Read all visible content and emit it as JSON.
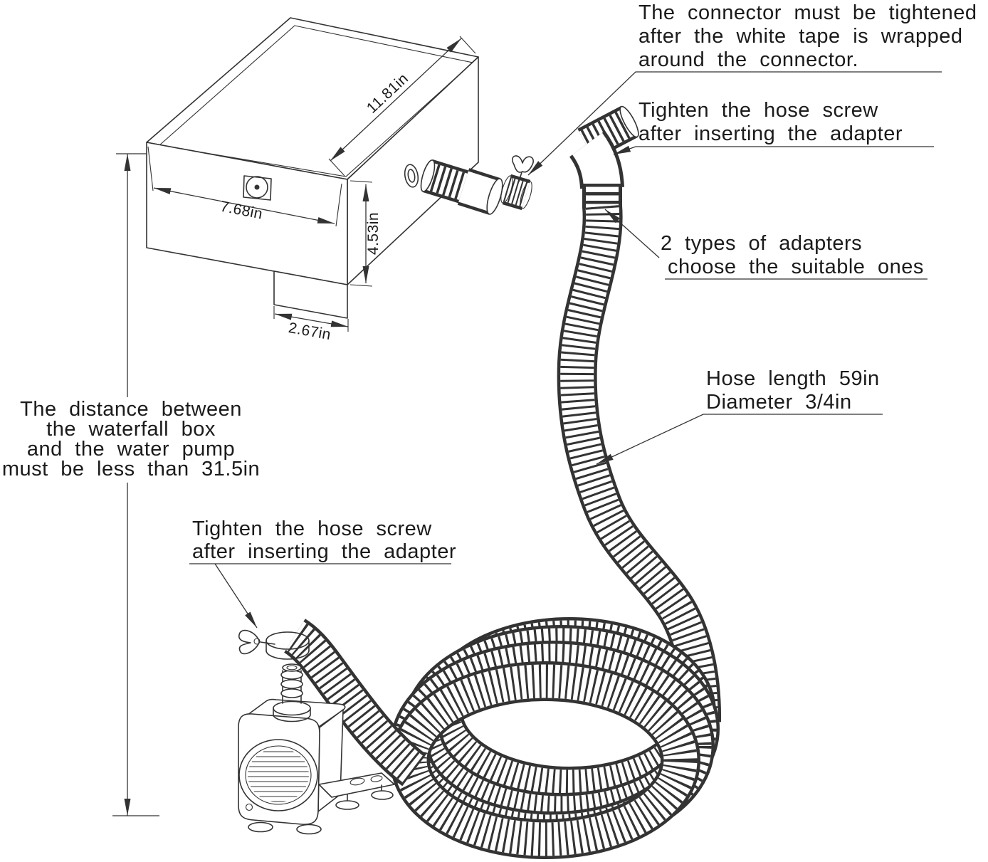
{
  "page": {
    "background": "#ffffff",
    "line_color": "#333333",
    "text_color": "#1b1b1b"
  },
  "annotations": {
    "connector_note": {
      "lines": [
        "The connector must be tightened",
        "after the white tape is wrapped",
        "around the connector."
      ]
    },
    "hose_screw_top": {
      "lines": [
        "Tighten the hose screw",
        "after inserting the adapter"
      ]
    },
    "adapter_types": {
      "lines": [
        "2 types of adapters",
        "choose the suitable ones"
      ]
    },
    "hose_spec": {
      "lines": [
        "Hose length 59in",
        "Diameter 3/4in"
      ]
    },
    "pump_distance": {
      "lines": [
        "The distance between",
        "the waterfall box",
        "and the water pump",
        "must be less than 31.5in"
      ]
    },
    "hose_screw_bottom": {
      "lines": [
        "Tighten the hose screw",
        "after inserting the adapter"
      ]
    }
  },
  "dimensions": {
    "box_top_depth": "11.81in",
    "box_front_width": "7.68in",
    "box_height": "4.53in",
    "spout_width": "2.67in"
  }
}
